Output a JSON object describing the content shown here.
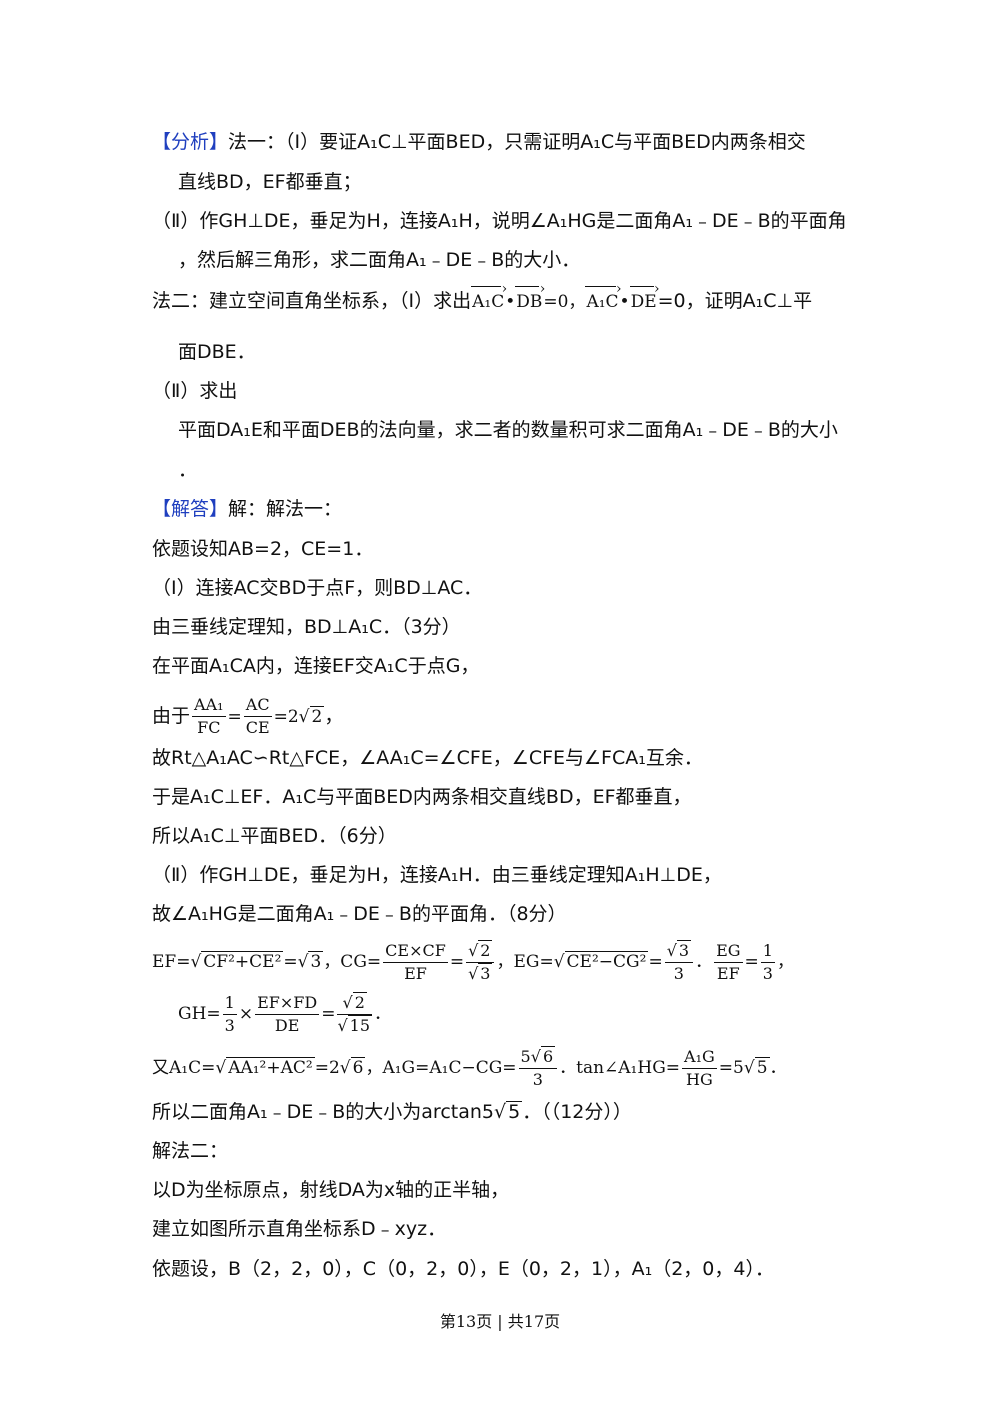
{
  "analysis": {
    "tag": "【分析】",
    "l1": "法一：（Ⅰ）要证A₁C⊥平面BED，只需证明A₁C与平面BED内两条相交",
    "l2": "直线BD，EF都垂直；",
    "l3": "（Ⅱ）作GH⊥DE，垂足为H，连接A₁H，说明∠A₁HG是二面角A₁﹣DE﹣B的平面角",
    "l4": "，然后解三角形，求二面角A₁﹣DE﹣B的大小．",
    "l5a": "法二：建立空间直角坐标系，（Ⅰ）求出",
    "l5_vec1": "A₁C",
    "l5_dot1": "•",
    "l5_vec2": "DB",
    "l5_eq1": "=0，",
    "l5_vec3": "A₁C",
    "l5_dot2": "•",
    "l5_vec4": "DE",
    "l5_eq2": "=0，证明A₁C⊥平",
    "l6": "面DBE．",
    "l7": "（Ⅱ）求出",
    "l8": "平面DA₁E和平面DEB的法向量，求二者的数量积可求二面角A₁﹣DE﹣B的大小",
    "l9": "．"
  },
  "solution": {
    "tag": "【解答】",
    "head": "解：解法一：",
    "s1": "依题设知AB=2，CE=1．",
    "s2": "（Ⅰ）连接AC交BD于点F，则BD⊥AC．",
    "s3": "由三垂线定理知，BD⊥A₁C．（3分）",
    "s4": "在平面A₁CA内，连接EF交A₁C于点G，",
    "s5_pre": "由于",
    "s5_f1n": "AA₁",
    "s5_f1d": "FC",
    "s5_eq": "=",
    "s5_f2n": "AC",
    "s5_f2d": "CE",
    "s5_post": "=2",
    "s5_rad": "2",
    "s5_end": "，",
    "s6": "故Rt△A₁AC∽Rt△FCE，∠AA₁C=∠CFE，∠CFE与∠FCA₁互余．",
    "s7": "于是A₁C⊥EF．A₁C与平面BED内两条相交直线BD，EF都垂直，",
    "s8": "所以A₁C⊥平面BED．（6分）",
    "s9": "（Ⅱ）作GH⊥DE，垂足为H，连接A₁H．由三垂线定理知A₁H⊥DE，",
    "s10": "故∠A₁HG是二面角A₁﹣DE﹣B的平面角．（8分）",
    "m1": {
      "ef_pre": "EF=",
      "ef_rad": "CF²+CE²",
      "ef_eq": "=",
      "ef_val": "3",
      "cg_pre": "，CG=",
      "cg_fn": "CE×CF",
      "cg_fd": "EF",
      "cg_eq": "=",
      "cg_vn": "2",
      "cg_vd": "3",
      "eg_pre": "，EG=",
      "eg_rad": "CE²−CG²",
      "eg_eq": "=",
      "eg_vn": "3",
      "eg_vd": "3",
      "dot": "．",
      "r_fn": "EG",
      "r_fd": "EF",
      "r_eq": "=",
      "r_vn": "1",
      "r_vd": "3",
      "end": "，"
    },
    "m2": {
      "pre": "GH=",
      "fn": "1",
      "fd": "3",
      "times": "×",
      "f2n": "EF×FD",
      "f2d": "DE",
      "eq": "=",
      "vn": "2",
      "vd": "15",
      "end": "．"
    },
    "m3": {
      "pre": "又A₁C=",
      "rad": "AA₁²+AC²",
      "eq": "=2",
      "val": "6",
      "mid": "，A₁G=A₁C−CG=",
      "fn_pre": "5",
      "fn_rad": "6",
      "fd": "3",
      "tan": "．tan∠A₁HG=",
      "tn": "A₁G",
      "td": "HG",
      "teq": "=5",
      "trad": "5",
      "end": "．"
    },
    "s11_pre": "所以二面角A₁﹣DE﹣B的大小为arctan5",
    "s11_rad": "5",
    "s11_post": "．（（12分））",
    "s12": "解法二：",
    "s13": "以D为坐标原点，射线DA为x轴的正半轴，",
    "s14": "建立如图所示直角坐标系D﹣xyz．",
    "s15": "依题设，B（2，2，0），C（0，2，0），E（0，2，1），A₁（2，0，4）．"
  },
  "footer": "第13页 | 共17页"
}
